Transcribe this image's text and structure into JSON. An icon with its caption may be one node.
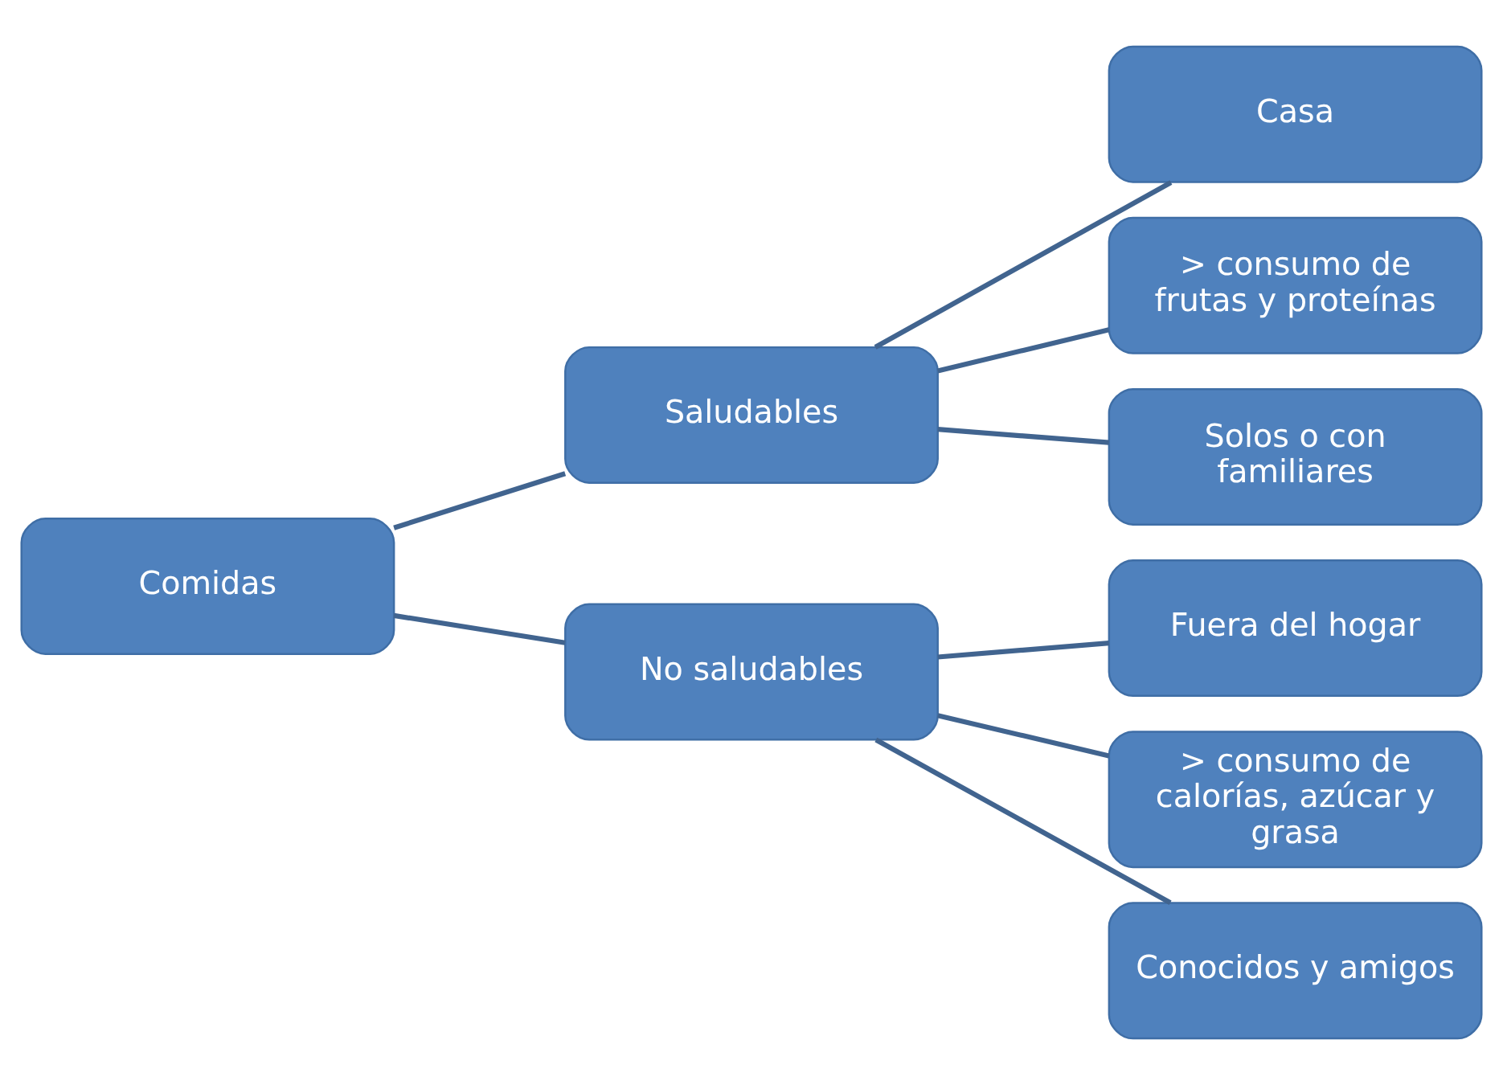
{
  "diagram": {
    "nodes": [
      {
        "text": [
          "Comidas"
        ]
      },
      {
        "text": [
          "Saludables"
        ]
      },
      {
        "text": [
          "No saludables"
        ]
      },
      {
        "text": [
          "Casa"
        ]
      },
      {
        "text": [
          "> consumo de frutas y proteínas"
        ]
      },
      {
        "text": [
          "Solos o con familiares"
        ]
      },
      {
        "text": [
          "Fuera del hogar"
        ]
      },
      {
        "text": [
          "> consumo de calorías, azúcar y grasa"
        ]
      },
      {
        "text": [
          "Conocidos y amigos"
        ]
      }
    ],
    "edges": [
      {
        "from": 0,
        "to": 1,
        "arrow": "none"
      },
      {
        "from": 0,
        "to": 2,
        "arrow": "none"
      },
      {
        "from": 1,
        "to": 3,
        "arrow": "none"
      },
      {
        "from": 1,
        "to": 4,
        "arrow": "none"
      },
      {
        "from": 1,
        "to": 5,
        "arrow": "none"
      },
      {
        "from": 2,
        "to": 6,
        "arrow": "none"
      },
      {
        "from": 2,
        "to": 7,
        "arrow": "none"
      },
      {
        "from": 2,
        "to": 8,
        "arrow": "none"
      }
    ]
  }
}
